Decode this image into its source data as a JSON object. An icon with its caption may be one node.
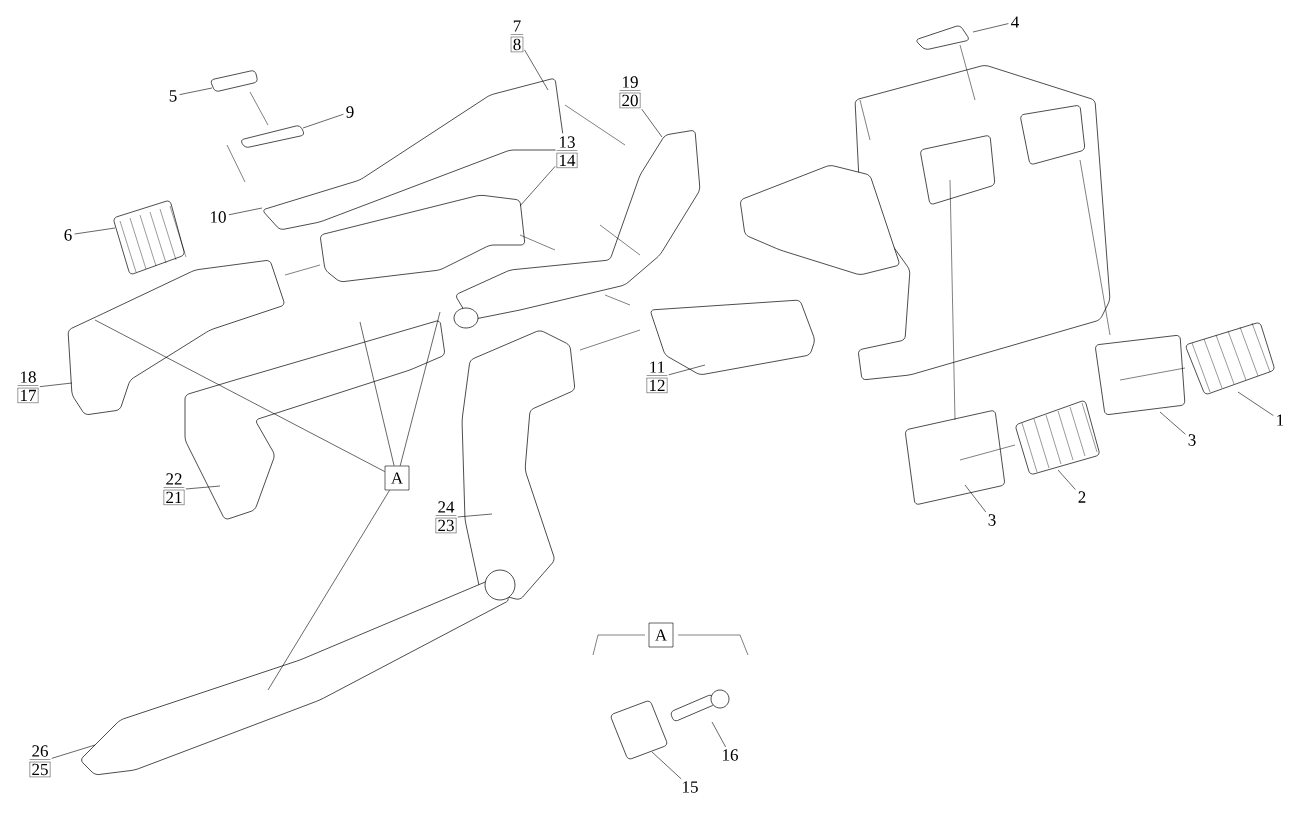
{
  "diagram": {
    "nodes": [
      {
        "text": [
          "7",
          "8"
        ]
      },
      {
        "text": [
          "4"
        ]
      },
      {
        "text": [
          "19",
          "20"
        ]
      },
      {
        "text": [
          "5"
        ]
      },
      {
        "text": [
          "9"
        ]
      },
      {
        "text": [
          "13",
          "14"
        ]
      },
      {
        "text": [
          "10"
        ]
      },
      {
        "text": [
          "6"
        ]
      },
      {
        "text": [
          "11",
          "12"
        ]
      },
      {
        "text": [
          "18",
          "17"
        ]
      },
      {
        "text": [
          "1"
        ]
      },
      {
        "text": [
          "3"
        ]
      },
      {
        "text": [
          "A"
        ]
      },
      {
        "text": [
          "22",
          "21"
        ]
      },
      {
        "text": [
          "2"
        ]
      },
      {
        "text": [
          "3"
        ]
      },
      {
        "text": [
          "24",
          "23"
        ]
      },
      {
        "text": [
          "A"
        ]
      },
      {
        "text": [
          "26",
          "25"
        ]
      },
      {
        "text": [
          "16"
        ]
      },
      {
        "text": [
          "15"
        ]
      }
    ],
    "edges": [
      {
        "from": 0,
        "to": null,
        "arrow": "none"
      },
      {
        "from": 1,
        "to": null,
        "arrow": "none"
      },
      {
        "from": 2,
        "to": null,
        "arrow": "none"
      },
      {
        "from": 3,
        "to": null,
        "arrow": "none"
      },
      {
        "from": 4,
        "to": null,
        "arrow": "none"
      },
      {
        "from": 5,
        "to": null,
        "arrow": "none"
      },
      {
        "from": 6,
        "to": null,
        "arrow": "none"
      },
      {
        "from": 7,
        "to": null,
        "arrow": "none"
      },
      {
        "from": 8,
        "to": null,
        "arrow": "none"
      },
      {
        "from": 9,
        "to": null,
        "arrow": "none"
      },
      {
        "from": 10,
        "to": null,
        "arrow": "none"
      },
      {
        "from": 11,
        "to": null,
        "arrow": "none"
      },
      {
        "from": 12,
        "to": null,
        "arrow": "none"
      },
      {
        "from": 12,
        "to": null,
        "arrow": "none"
      },
      {
        "from": 12,
        "to": null,
        "arrow": "none"
      },
      {
        "from": 12,
        "to": null,
        "arrow": "none"
      },
      {
        "from": 13,
        "to": null,
        "arrow": "none"
      },
      {
        "from": 14,
        "to": null,
        "arrow": "none"
      },
      {
        "from": 15,
        "to": null,
        "arrow": "none"
      },
      {
        "from": 16,
        "to": null,
        "arrow": "none"
      },
      {
        "from": 18,
        "to": null,
        "arrow": "none"
      },
      {
        "from": 19,
        "to": null,
        "arrow": "none"
      },
      {
        "from": 20,
        "to": null,
        "arrow": "none"
      }
    ]
  }
}
